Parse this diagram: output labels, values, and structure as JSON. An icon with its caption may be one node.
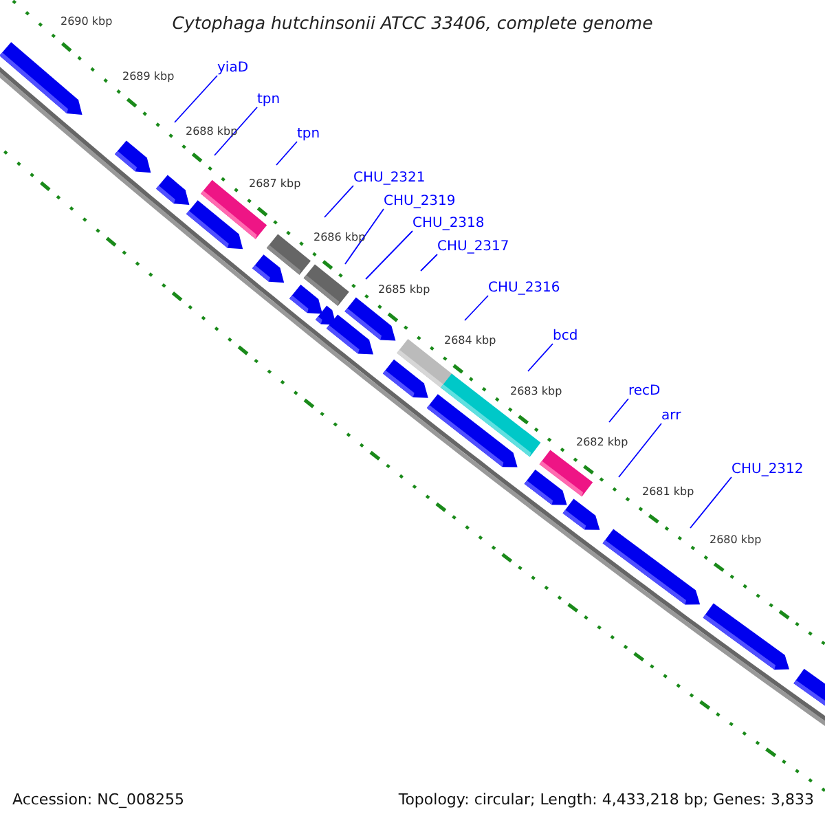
{
  "diagram": {
    "title": "Cytophaga hutchinsonii ATCC 33406, complete genome",
    "nodes": [
      {
        "text": [
          "yiaD"
        ]
      },
      {
        "text": [
          "tpn"
        ]
      },
      {
        "text": [
          "tpn"
        ]
      },
      {
        "text": [
          "CHU_2321"
        ]
      },
      {
        "text": [
          "CHU_2319"
        ]
      },
      {
        "text": [
          "CHU_2318"
        ]
      },
      {
        "text": [
          "CHU_2317"
        ]
      },
      {
        "text": [
          "CHU_2316"
        ]
      },
      {
        "text": [
          "bcd"
        ]
      },
      {
        "text": [
          "recD"
        ]
      },
      {
        "text": [
          "arr"
        ]
      },
      {
        "text": [
          "CHU_2312"
        ]
      }
    ],
    "edges": [
      {
        "from": 0,
        "to": null,
        "arrow": "none"
      },
      {
        "from": 1,
        "to": null,
        "arrow": "none"
      },
      {
        "from": 2,
        "to": null,
        "arrow": "none"
      },
      {
        "from": 3,
        "to": null,
        "arrow": "none"
      },
      {
        "from": 4,
        "to": null,
        "arrow": "none"
      },
      {
        "from": 5,
        "to": null,
        "arrow": "none"
      },
      {
        "from": 6,
        "to": null,
        "arrow": "none"
      },
      {
        "from": 7,
        "to": null,
        "arrow": "none"
      },
      {
        "from": 8,
        "to": null,
        "arrow": "none"
      },
      {
        "from": 9,
        "to": null,
        "arrow": "none"
      },
      {
        "from": 10,
        "to": null,
        "arrow": "none"
      },
      {
        "from": 11,
        "to": null,
        "arrow": "none"
      }
    ],
    "labels": [
      "2690 kbp",
      "2689 kbp",
      "2688 kbp",
      "2687 kbp",
      "2686 kbp",
      "2685 kbp",
      "2684 kbp",
      "2683 kbp",
      "2682 kbp",
      "2681 kbp",
      "2680 kbp",
      "Accession: NC_008255",
      "Topology: circular; Length: 4,433,218 bp; Genes: 3,833"
    ]
  }
}
